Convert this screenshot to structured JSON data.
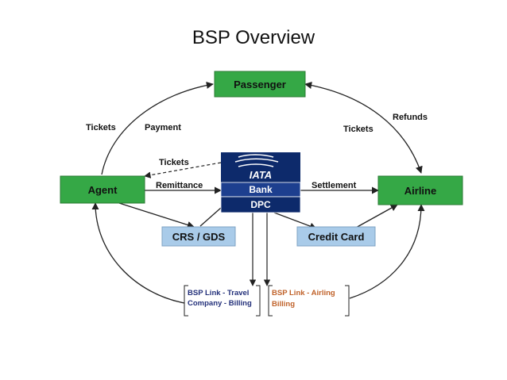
{
  "title": "BSP Overview",
  "nodes": {
    "passenger": "Passenger",
    "agent": "Agent",
    "airline": "Airline",
    "crs_gds": "CRS / GDS",
    "credit_card": "Credit Card",
    "iata_logo": "IATA",
    "bank": "Bank",
    "dpc": "DPC"
  },
  "edges": {
    "tickets_left": "Tickets",
    "payment": "Payment",
    "tickets_right": "Tickets",
    "refunds": "Refunds",
    "tickets_dashed": "Tickets",
    "remittance": "Remittance",
    "settlement": "Settlement"
  },
  "notes": {
    "travel_line1": "BSP Link - Travel",
    "travel_line2": "Company - Billing",
    "airline_line1": "BSP Link - Airling",
    "airline_line2": "Billing"
  },
  "colors": {
    "green_box": "#35a846",
    "blue_box": "#a9cbe9",
    "iata_dark": "#0d2a6b",
    "iata_mid": "#1d3f8f",
    "note_blue": "#23307a",
    "note_orange": "#c0622a"
  }
}
